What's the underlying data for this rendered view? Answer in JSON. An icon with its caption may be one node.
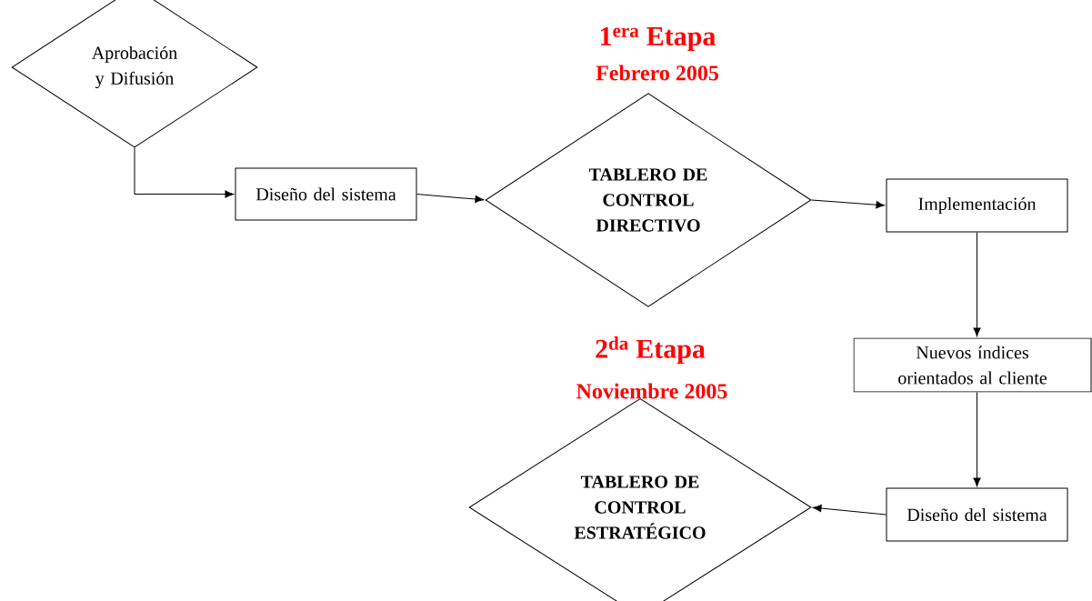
{
  "diagram": {
    "nodes": [
      {
        "text": [
          "Aprobación y Difusión"
        ]
      },
      {
        "text": [
          "Diseño del sistema"
        ]
      },
      {
        "text": [
          "TABLERO DE CONTROL DIRECTIVO"
        ],
        "beside": [
          "1$^{era}$ Etapa",
          "Febrero 2005"
        ]
      },
      {
        "text": [
          "Implementación"
        ]
      },
      {
        "text": [
          "Nuevos índices orientados al cliente"
        ]
      },
      {
        "text": [
          "Diseño del sistema"
        ]
      },
      {
        "text": [
          "TABLERO DE CONTROL ESTRATÉGICO"
        ],
        "beside": [
          "2$^{da}$ Etapa",
          "Noviembre 2005"
        ]
      }
    ],
    "edges": [
      {
        "from": 0,
        "to": 1,
        "arrow": "to"
      },
      {
        "from": 1,
        "to": 2,
        "arrow": "to"
      },
      {
        "from": 2,
        "to": 3,
        "arrow": "to"
      },
      {
        "from": 3,
        "to": 4,
        "arrow": "to"
      },
      {
        "from": 4,
        "to": 5,
        "arrow": "to"
      },
      {
        "from": 5,
        "to": 6,
        "arrow": "to"
      }
    ]
  }
}
